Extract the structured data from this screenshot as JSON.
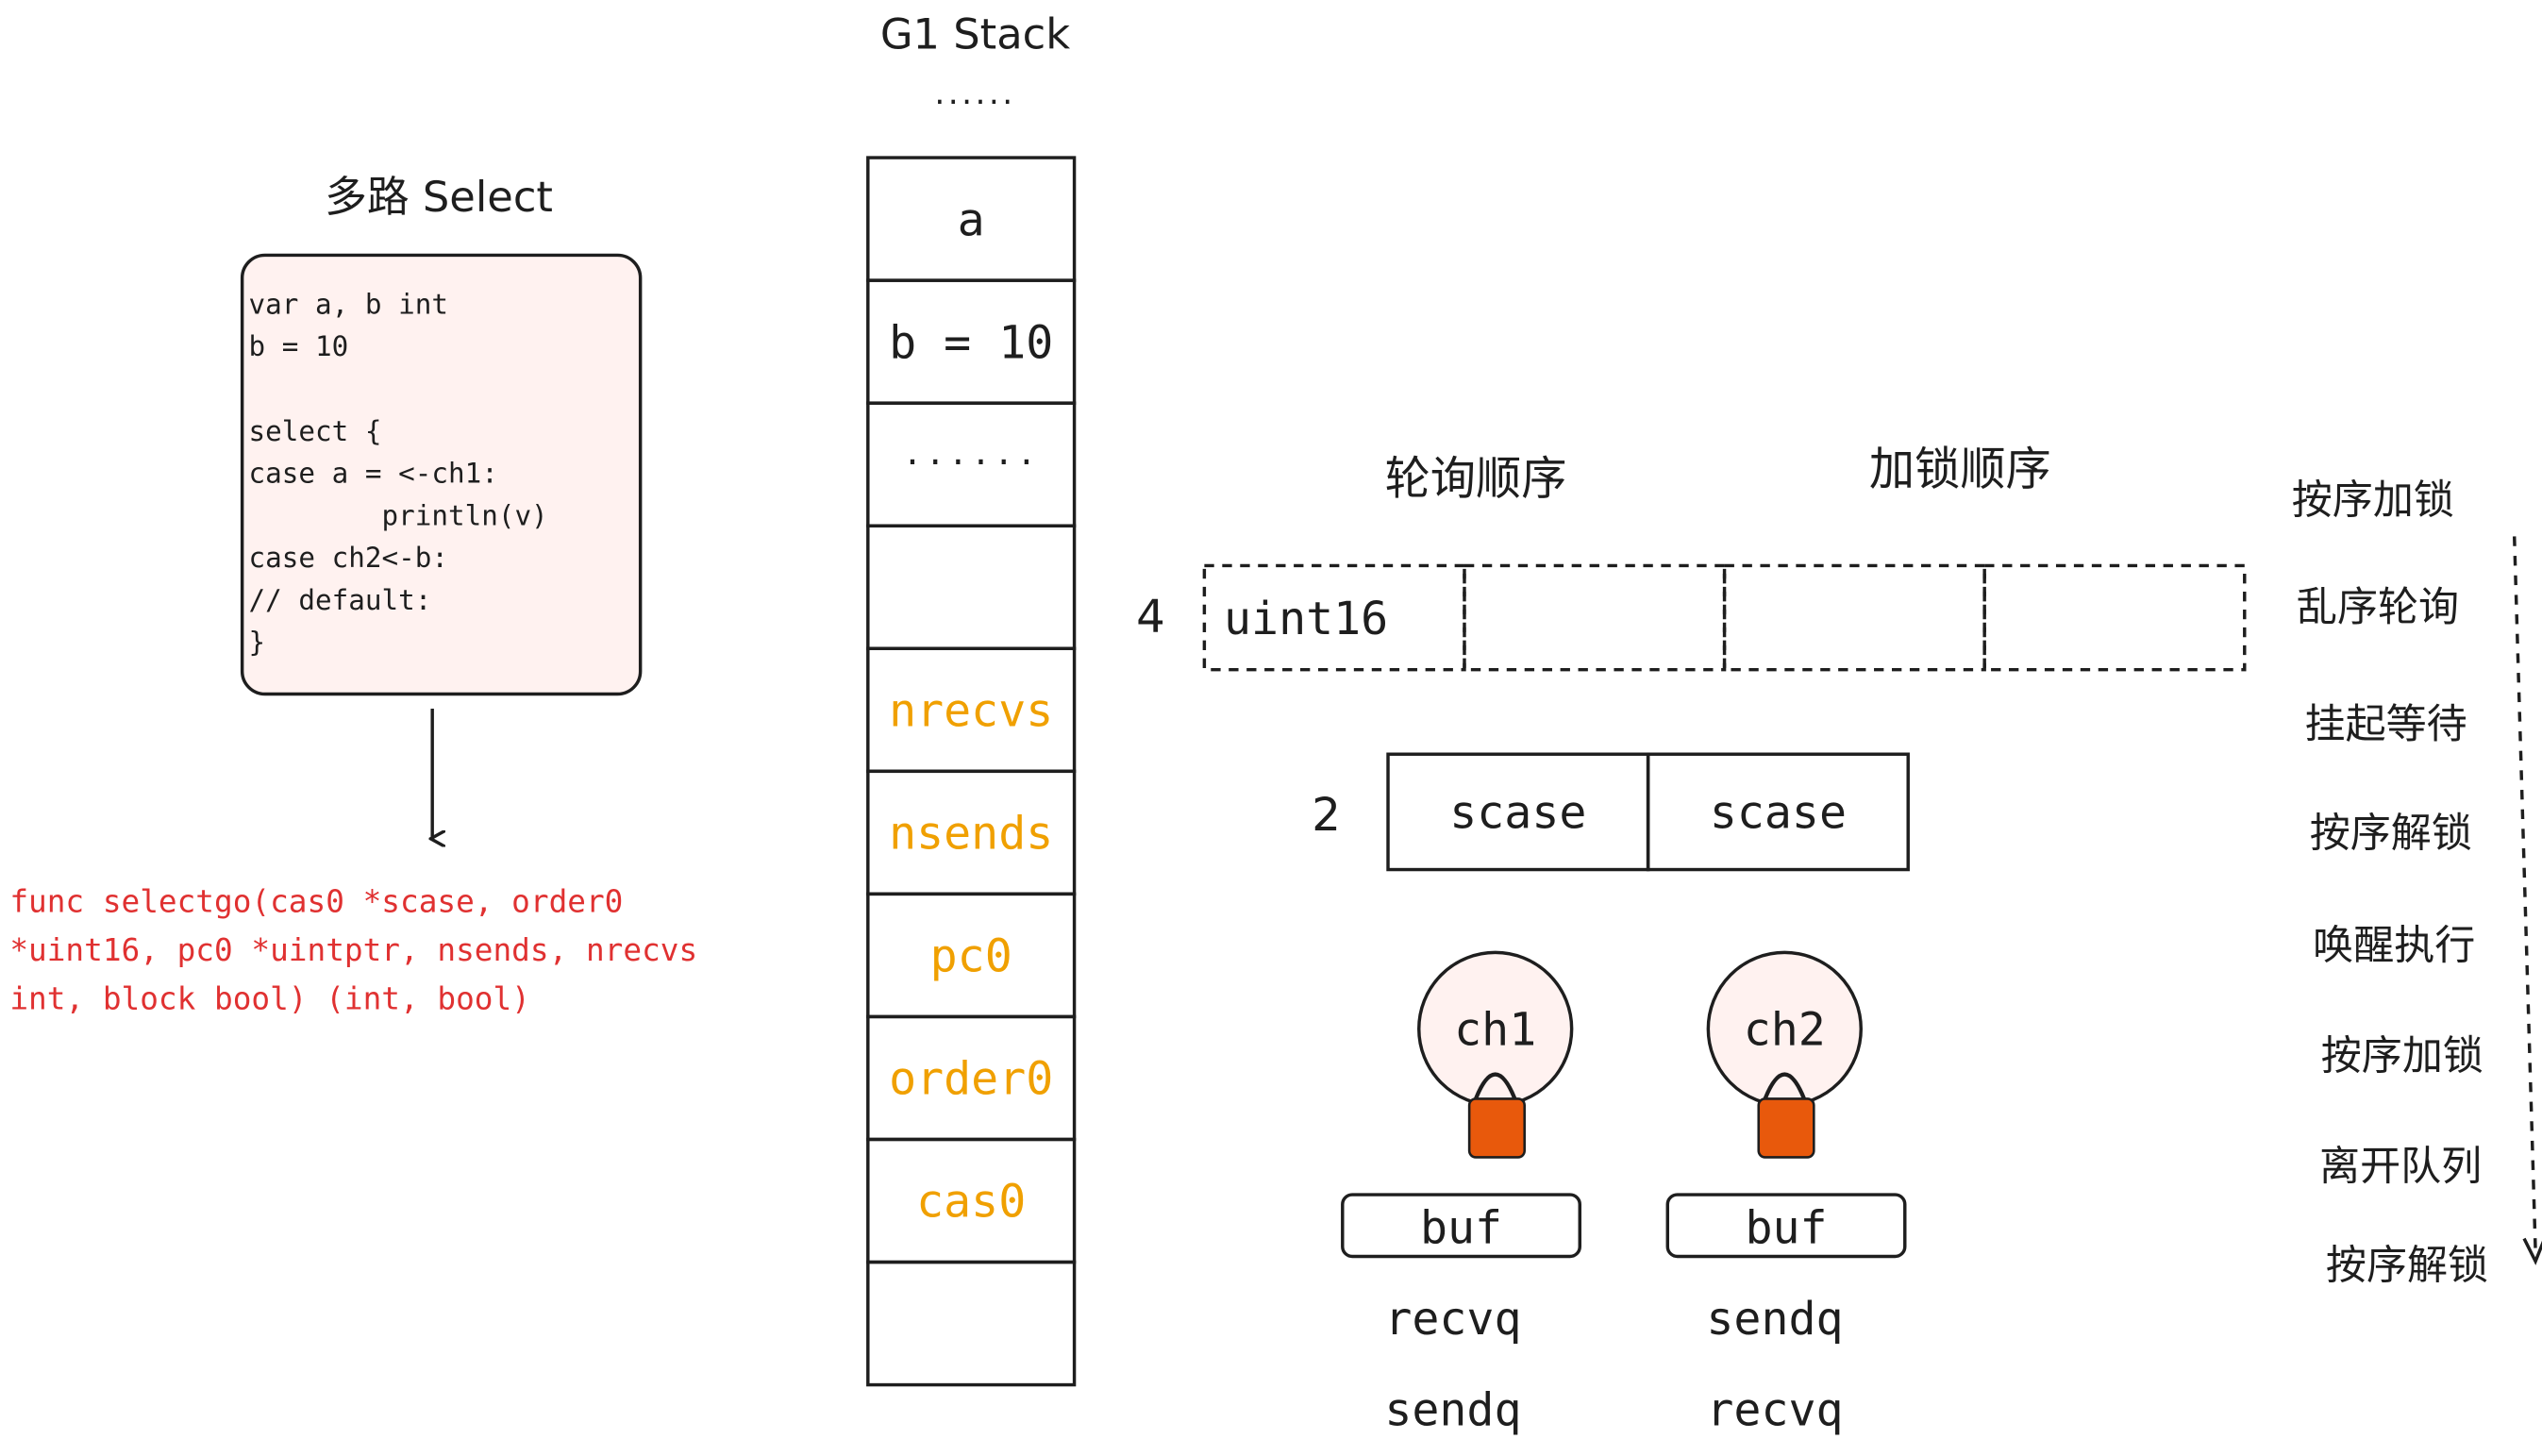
{
  "stack": {
    "title": "G1 Stack",
    "top_dots": "......",
    "cells": [
      {
        "label": "a",
        "highlight": false
      },
      {
        "label": "b = 10",
        "highlight": false
      },
      {
        "label": "......",
        "highlight": false
      },
      {
        "label": "",
        "highlight": false
      },
      {
        "label": "nrecvs",
        "highlight": true
      },
      {
        "label": "nsends",
        "highlight": true
      },
      {
        "label": "pc0",
        "highlight": true
      },
      {
        "label": "order0",
        "highlight": true
      },
      {
        "label": "cas0",
        "highlight": true
      },
      {
        "label": "",
        "highlight": false
      }
    ]
  },
  "select_block": {
    "title": "多路 Select",
    "code_lines": [
      "var a, b int",
      "b = 10",
      "",
      "select {",
      "case a = <-ch1:",
      "        println(v)",
      "case ch2<-b:",
      "// default:",
      "}"
    ]
  },
  "func_signature": {
    "lines": [
      "func selectgo(cas0 *scase, order0",
      "*uint16, pc0 *uintptr, nsends, nrecvs",
      "int, block bool) (int, bool)"
    ]
  },
  "order_array": {
    "header_poll": "轮询顺序",
    "header_lock": "加锁顺序",
    "count": "4",
    "cells": [
      "uint16",
      "",
      "",
      ""
    ]
  },
  "scase_array": {
    "count": "2",
    "cells": [
      "scase",
      "scase"
    ]
  },
  "channels": [
    {
      "name": "ch1",
      "buf": "buf",
      "queues": [
        "recvq",
        "sendq"
      ]
    },
    {
      "name": "ch2",
      "buf": "buf",
      "queues": [
        "sendq",
        "recvq"
      ]
    }
  ],
  "steps": [
    "按序加锁",
    "乱序轮询",
    "挂起等待",
    "按序解锁",
    "唤醒执行",
    "按序加锁",
    "离开队列",
    "按序解锁"
  ],
  "colors": {
    "stroke": "#1e1e1e",
    "highlight_text": "#f0a000",
    "func_text": "#e03131",
    "code_box_fill": "#fff2f0",
    "circle_fill": "#fff2f0",
    "lock_fill": "#e8590c"
  }
}
